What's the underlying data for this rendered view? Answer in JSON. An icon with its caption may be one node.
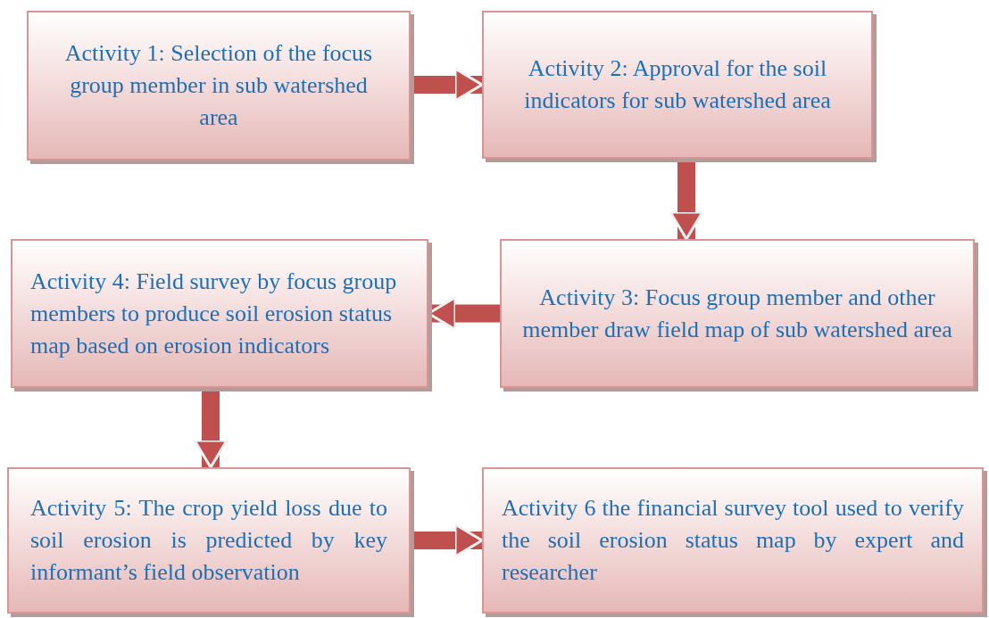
{
  "diagram": {
    "nodes": [
      {
        "text": [
          "Activity 1: Selection of the focus group member in sub watershed area"
        ]
      },
      {
        "text": [
          "Activity 2:  Approval for the soil indicators for sub watershed area"
        ]
      },
      {
        "text": [
          "Activity 3:  Focus group member and other member draw field map of sub watershed area"
        ]
      },
      {
        "text": [
          "Activity 4:  Field survey by focus group members to produce soil erosion status map based on erosion indicators"
        ]
      },
      {
        "text": [
          "Activity 5: The crop yield loss due to soil erosion is predicted by key informant’s field observation"
        ]
      },
      {
        "text": [
          "Activity 6 the financial survey tool used to verify the soil erosion status map by expert and researcher"
        ]
      }
    ],
    "edges": [
      {
        "from": 0,
        "to": 1,
        "arrow": "to"
      },
      {
        "from": 1,
        "to": 2,
        "arrow": "to"
      },
      {
        "from": 2,
        "to": 3,
        "arrow": "to"
      },
      {
        "from": 3,
        "to": 4,
        "arrow": "to"
      },
      {
        "from": 4,
        "to": 5,
        "arrow": "to"
      }
    ]
  }
}
